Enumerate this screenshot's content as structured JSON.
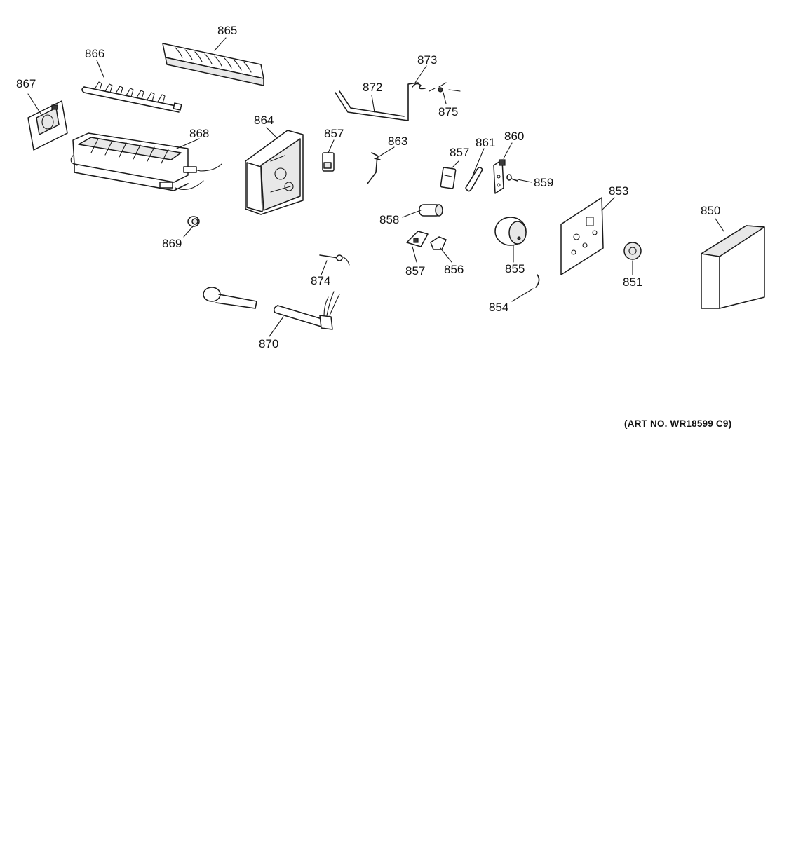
{
  "diagram": {
    "labels": [
      "865",
      "866",
      "867",
      "868",
      "864",
      "857",
      "872",
      "873",
      "875",
      "863",
      "857",
      "861",
      "860",
      "859",
      "869",
      "858",
      "853",
      "850",
      "857",
      "856",
      "855",
      "851",
      "874",
      "854",
      "870"
    ],
    "art_number": "(ART NO. WR18599 C9)"
  }
}
